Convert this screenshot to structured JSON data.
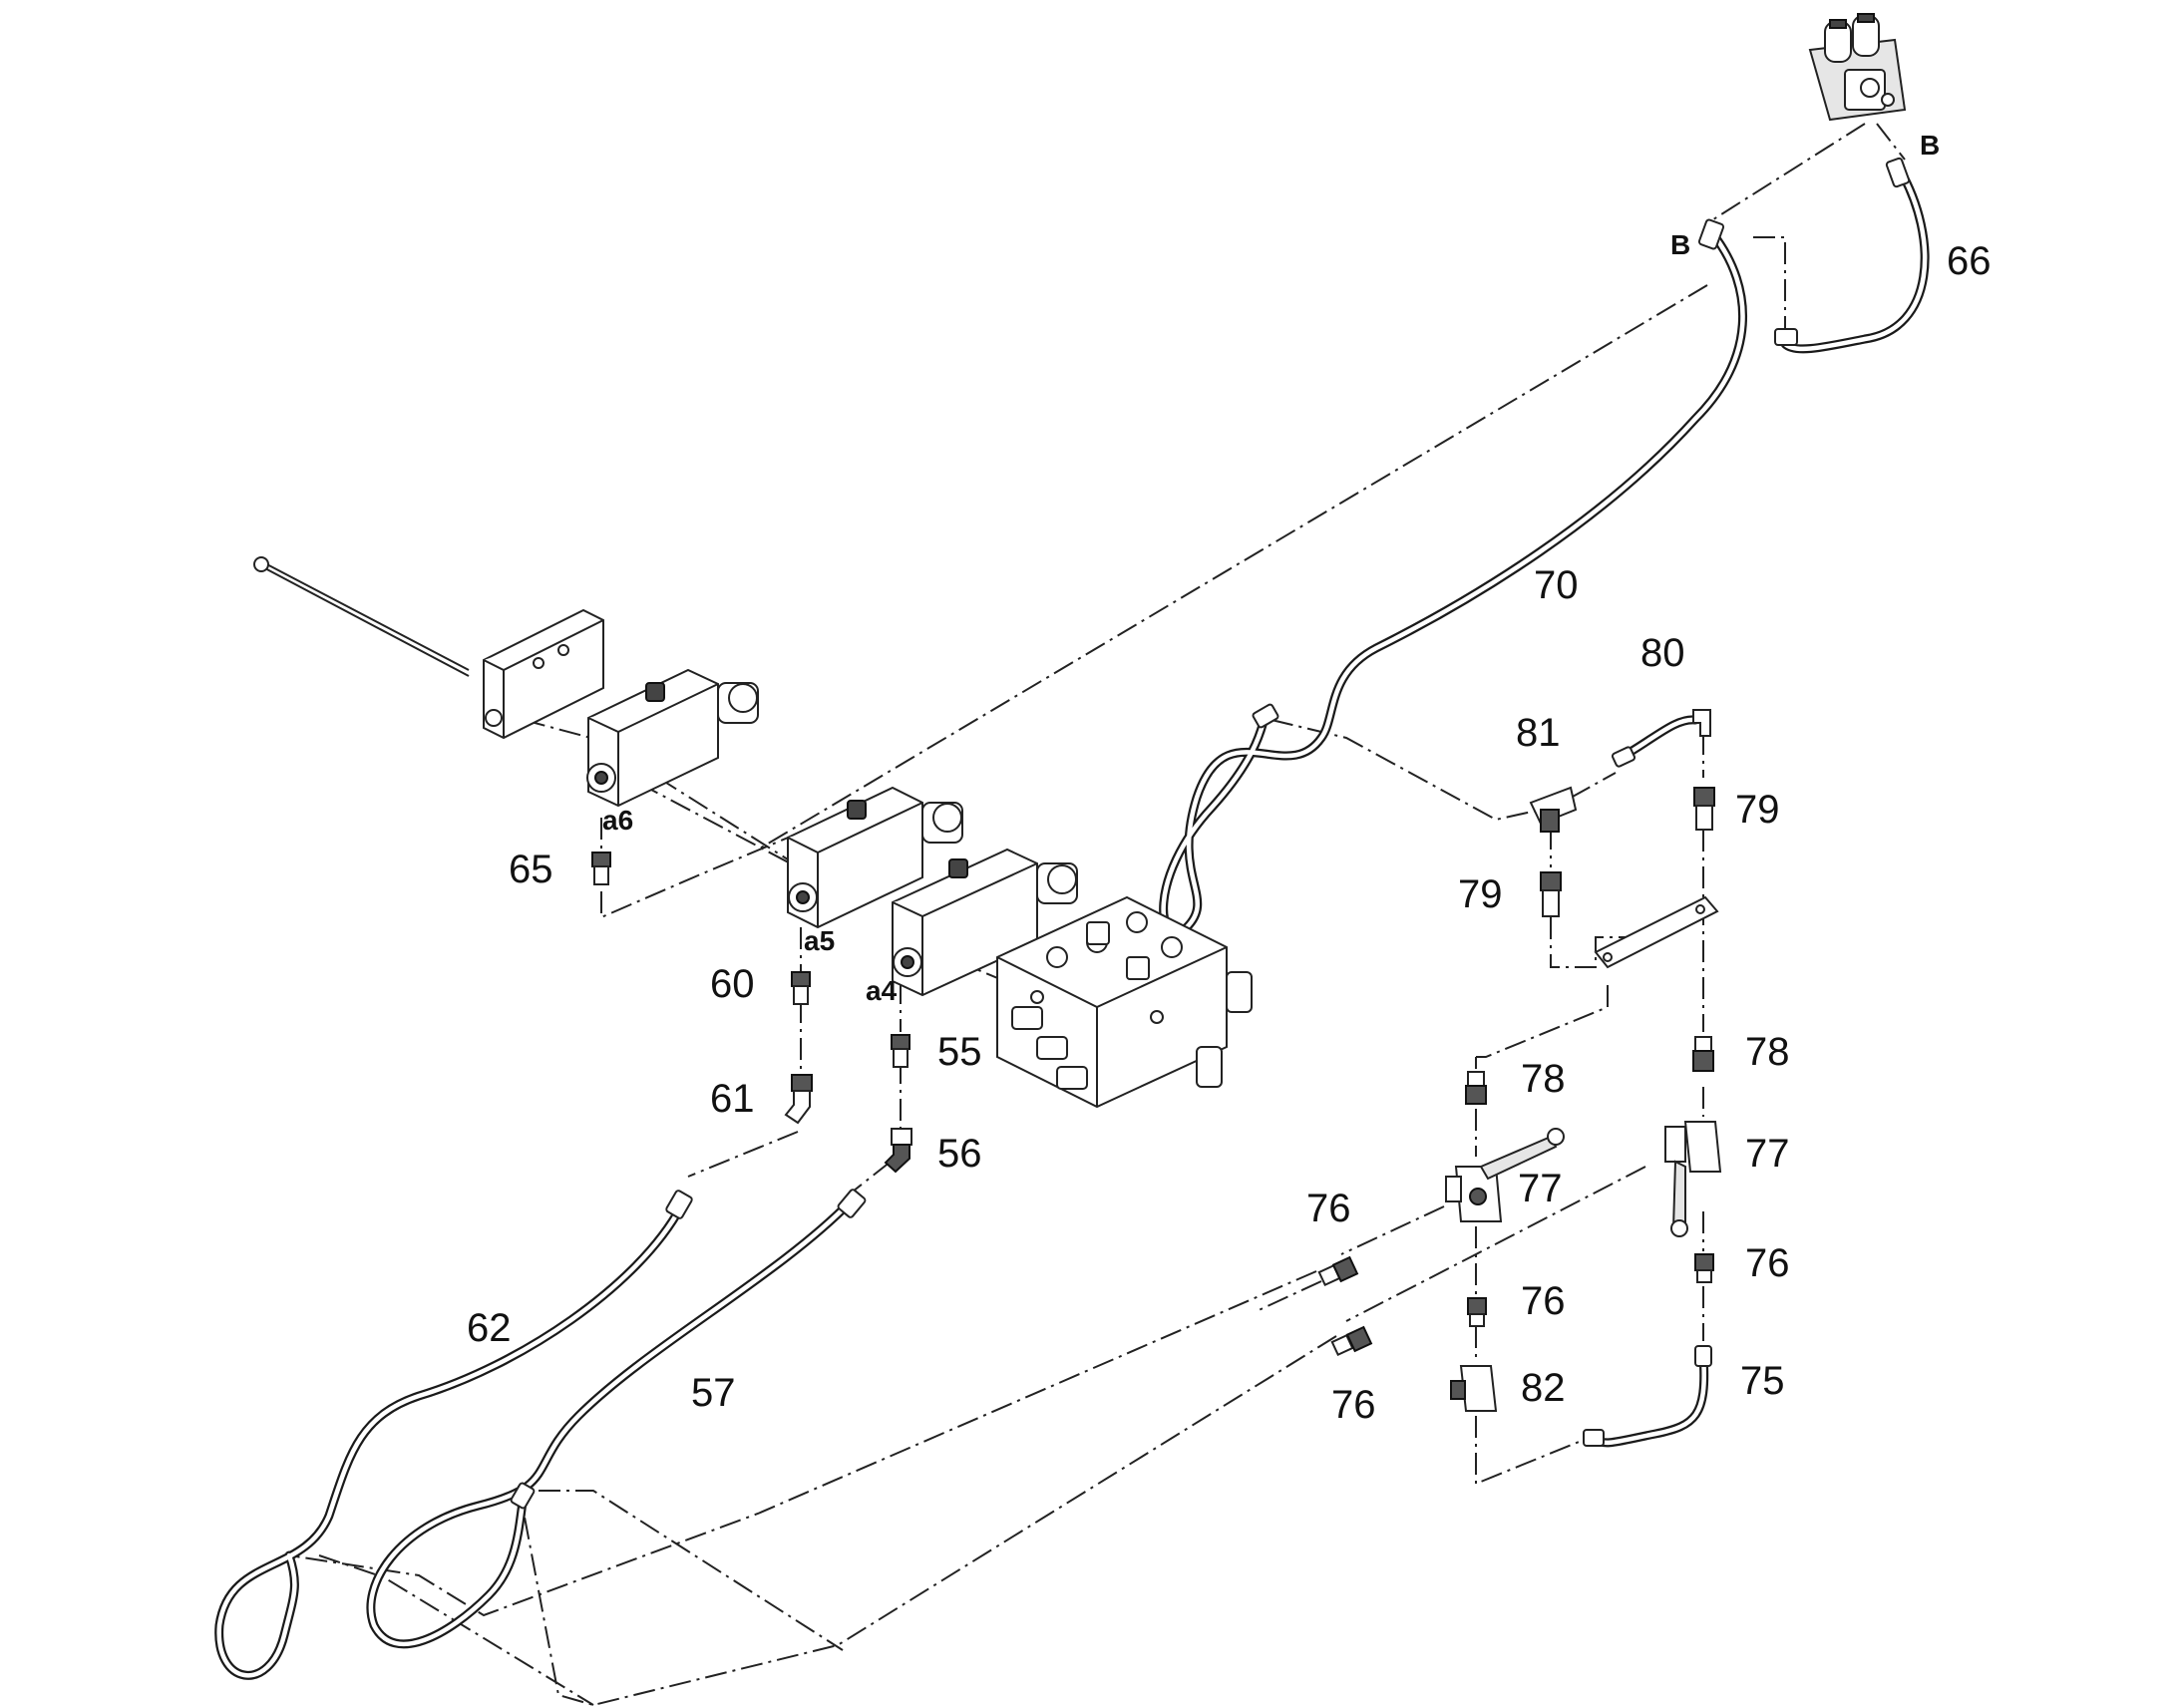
{
  "callouts": {
    "c66": "66",
    "c70": "70",
    "c80": "80",
    "c81": "81",
    "c79a": "79",
    "c79b": "79",
    "c65": "65",
    "c60": "60",
    "c61": "61",
    "c55": "55",
    "c56": "56",
    "c62": "62",
    "c57": "57",
    "c78a": "78",
    "c78b": "78",
    "c77a": "77",
    "c77b": "77",
    "c76a": "76",
    "c76b": "76",
    "c76c": "76",
    "c76d": "76",
    "c82": "82",
    "c75": "75"
  },
  "ports": {
    "b_top": "B",
    "b_hose": "B",
    "a6": "a6",
    "a5": "a5",
    "a4": "a4"
  }
}
